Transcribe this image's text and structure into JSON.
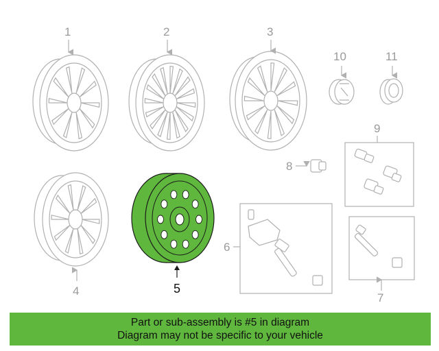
{
  "diagram": {
    "part_numbers": {
      "p1": "1",
      "p2": "2",
      "p3": "3",
      "p4": "4",
      "p5": "5",
      "p6": "6",
      "p7": "7",
      "p8": "8",
      "p9": "9",
      "p10": "10",
      "p11": "11"
    },
    "highlighted_part": "5",
    "highlight_color": "#5fb83d",
    "outline_color": "#b0b0b0"
  },
  "banner": {
    "line1": "Part or sub-assembly is #5 in diagram",
    "line2": "Diagram may not be specific to your vehicle",
    "color": "#5fb83d"
  }
}
